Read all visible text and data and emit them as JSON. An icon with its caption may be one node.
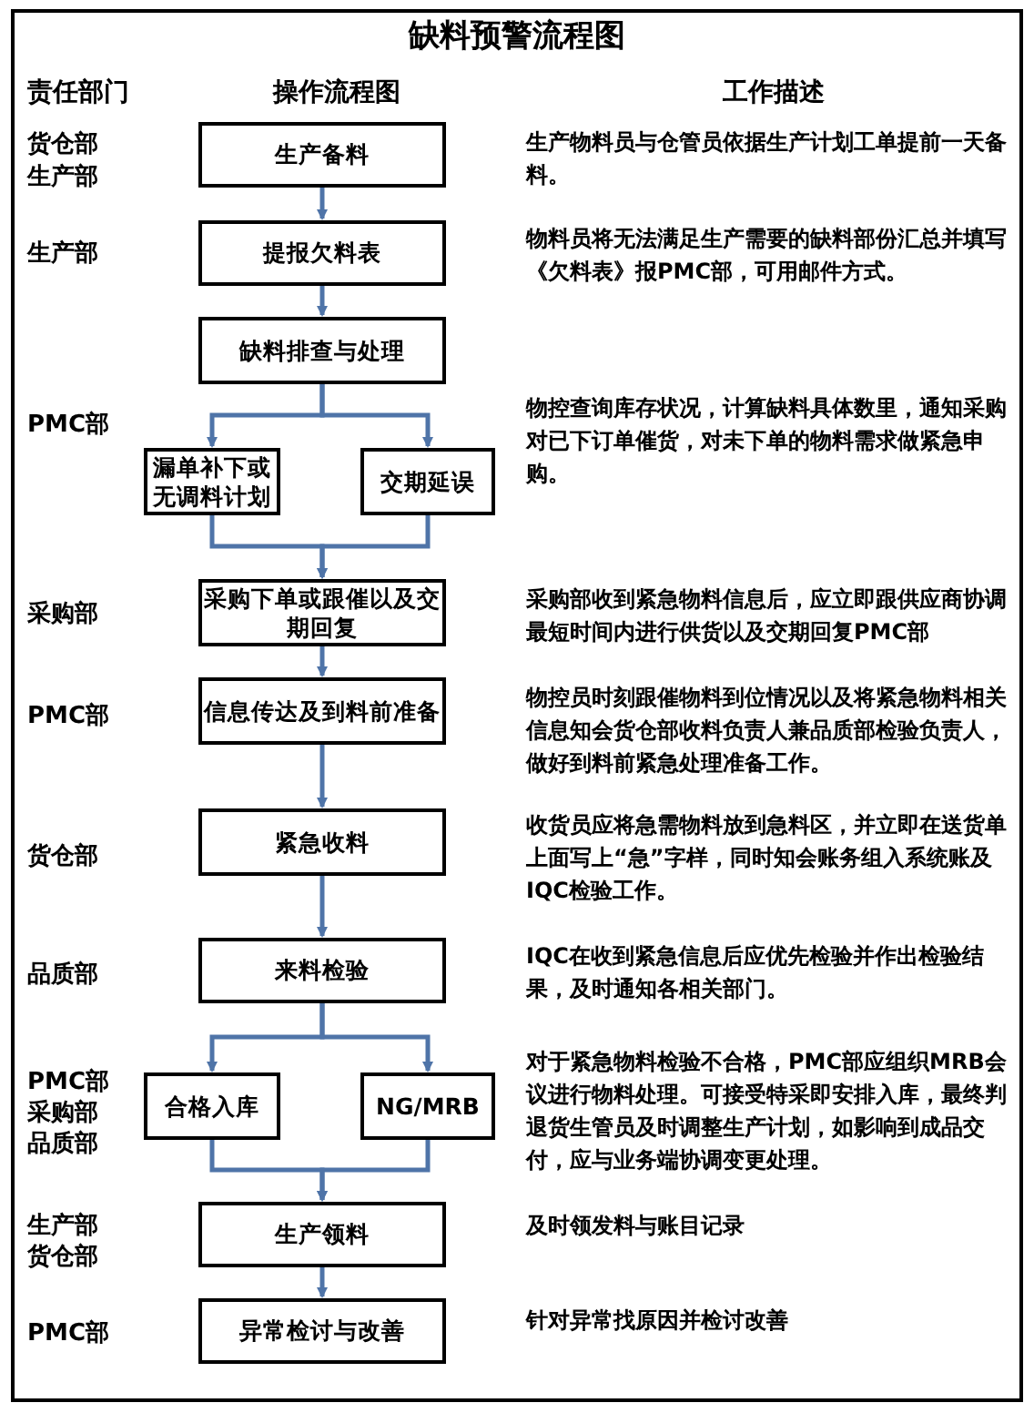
{
  "diagram": {
    "title": "缺料预警流程图",
    "nodes": [
      {
        "text": [
          "生产备料"
        ]
      },
      {
        "text": [
          "提报欠料表"
        ]
      },
      {
        "text": [
          "缺料排查与处理"
        ]
      },
      {
        "text": [
          "漏单补下或无调料计划"
        ]
      },
      {
        "text": [
          "交期延误"
        ]
      },
      {
        "text": [
          "采购下单或跟催以及交期回复"
        ]
      },
      {
        "text": [
          "信息传达及到料前准备"
        ]
      },
      {
        "text": [
          "紧急收料"
        ]
      },
      {
        "text": [
          "来料检验"
        ]
      },
      {
        "text": [
          "合格入库"
        ]
      },
      {
        "text": [
          "NG/MRB"
        ]
      },
      {
        "text": [
          "生产领料"
        ]
      },
      {
        "text": [
          "异常检讨与改善"
        ]
      }
    ],
    "edges": [
      {
        "from": 0,
        "to": 1,
        "arrow": "to"
      },
      {
        "from": 1,
        "to": 2,
        "arrow": "to"
      },
      {
        "from": 2,
        "to": 3,
        "arrow": "to"
      },
      {
        "from": 2,
        "to": 4,
        "arrow": "to"
      },
      {
        "from": 3,
        "to": 5,
        "arrow": "to"
      },
      {
        "from": 4,
        "to": 5,
        "arrow": "to"
      },
      {
        "from": 5,
        "to": 6,
        "arrow": "to"
      },
      {
        "from": 6,
        "to": 7,
        "arrow": "to"
      },
      {
        "from": 7,
        "to": 8,
        "arrow": "to"
      },
      {
        "from": 8,
        "to": 9,
        "arrow": "to"
      },
      {
        "from": 8,
        "to": 10,
        "arrow": "to"
      },
      {
        "from": 9,
        "to": 11,
        "arrow": "to"
      },
      {
        "from": 10,
        "to": 11,
        "arrow": "to"
      },
      {
        "from": 11,
        "to": 12,
        "arrow": "to"
      }
    ],
    "labels": [
      "责任部门",
      "操作流程图",
      "工作描述",
      "货仓部",
      "生产部",
      "生产物料员与仓管员依据生产计划工单提前一天备料。",
      "生产部",
      "物料员将无法满足生产需要的缺料部份汇总并填写《欠料表》报PMC部，可用邮件方式。",
      "PMC部",
      "物控查询库存状况，计算缺料具体数里，通知采购对已下订单催货，对未下单的物料需求做紧急申购。",
      "采购部",
      "采购部收到紧急物料信息后，应立即跟供应商协调最短时间内进行供货以及交期回复PMC部",
      "PMC部",
      "物控员时刻跟催物料到位情况以及将紧急物料相关信息知会货仓部收料负责人兼品质部检验负责人，做好到料前紧急处理准备工作。",
      "货仓部",
      "收货员应将急需物料放到急料区，并立即在送货单上面写上“急”字样，同时知会账务组入系统账及IQC检验工作。",
      "品质部",
      "IQC在收到紧急信息后应优先检验并作出检验结果，及时通知各相关部门。",
      "PMC部",
      "采购部",
      "品质部",
      "对于紧急物料检验不合格，PMC部应组织MRB会议进行物料处理。可接受特采即安排入库，最终判退货生管员及时调整生产计划，如影响到成品交付，应与业务端协调变更处理。",
      "生产部",
      "货仓部",
      "及时领发料与账目记录",
      "PMC部",
      "针对异常找原因并检讨改善"
    ]
  }
}
